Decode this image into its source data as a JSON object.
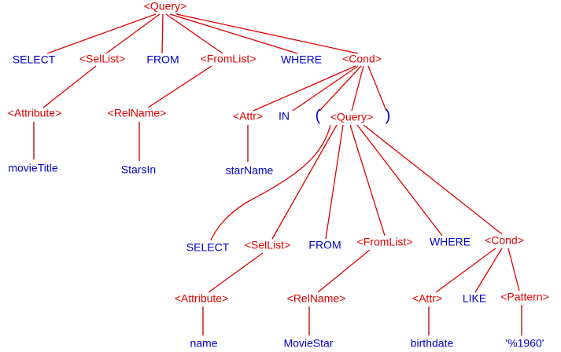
{
  "colors": {
    "nonterminal": "#e00000",
    "terminal": "#0000cc",
    "edge_top": "#e00000",
    "edge_leaf": "#b00000"
  },
  "nodes": {
    "root_query": "<Query>",
    "select_1": "SELECT",
    "sellist_1": "<SelList>",
    "from_1": "FROM",
    "fromlist_1": "<FromList>",
    "where_1": "WHERE",
    "cond_1": "<Cond>",
    "attribute_1": "<Attribute>",
    "relname_1": "<RelName>",
    "attr_1": "<Attr>",
    "in_kw": "IN",
    "paren_open": "(",
    "sub_query": "<Query>",
    "paren_close": ")",
    "movietitle": "movieTitle",
    "starsin": "StarsIn",
    "starname": "starName",
    "select_2": "SELECT",
    "sellist_2": "<SelList>",
    "from_2": "FROM",
    "fromlist_2": "<FromList>",
    "where_2": "WHERE",
    "cond_2": "<Cond>",
    "attribute_2": "<Attribute>",
    "relname_2": "<RelName>",
    "attr_2": "<Attr>",
    "like_kw": "LIKE",
    "pattern": "<Pattern>",
    "name": "name",
    "moviestar": "MovieStar",
    "birthdate": "birthdate",
    "pattern_value": "'%1960'"
  }
}
